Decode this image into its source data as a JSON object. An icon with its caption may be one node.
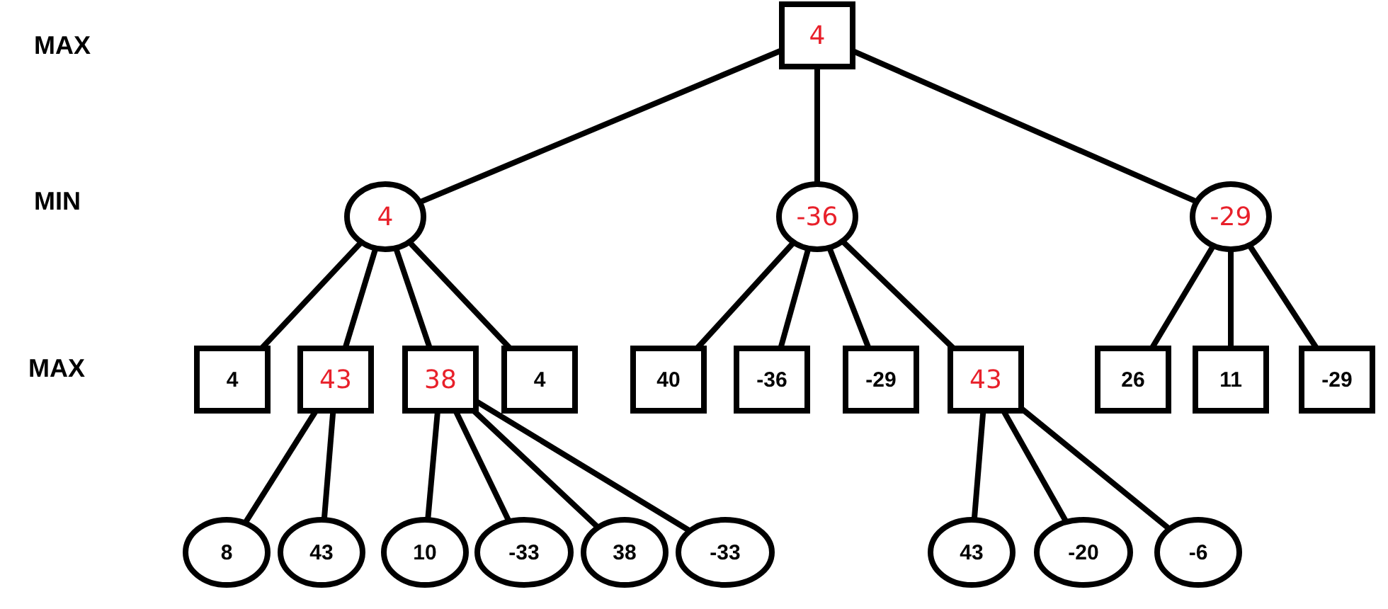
{
  "diagram": {
    "nodes": [
      {
        "text": [
          "4"
        ]
      },
      {
        "text": [
          "4"
        ]
      },
      {
        "text": [
          "-36"
        ]
      },
      {
        "text": [
          "-29"
        ]
      },
      {
        "text": [
          "4"
        ]
      },
      {
        "text": [
          "43"
        ]
      },
      {
        "text": [
          "38"
        ]
      },
      {
        "text": [
          "4"
        ]
      },
      {
        "text": [
          "40"
        ]
      },
      {
        "text": [
          "-36"
        ]
      },
      {
        "text": [
          "-29"
        ]
      },
      {
        "text": [
          "43"
        ]
      },
      {
        "text": [
          "26"
        ]
      },
      {
        "text": [
          "11"
        ]
      },
      {
        "text": [
          "-29"
        ]
      },
      {
        "text": [
          "8"
        ]
      },
      {
        "text": [
          "43"
        ]
      },
      {
        "text": [
          "10"
        ]
      },
      {
        "text": [
          "-33"
        ]
      },
      {
        "text": [
          "38"
        ]
      },
      {
        "text": [
          "-33"
        ]
      },
      {
        "text": [
          "43"
        ]
      },
      {
        "text": [
          "-20"
        ]
      },
      {
        "text": [
          "-6"
        ]
      }
    ],
    "edges": [
      {
        "from": 0,
        "to": 1,
        "arrow": "none"
      },
      {
        "from": 0,
        "to": 2,
        "arrow": "none"
      },
      {
        "from": 0,
        "to": 3,
        "arrow": "none"
      },
      {
        "from": 1,
        "to": 4,
        "arrow": "none"
      },
      {
        "from": 1,
        "to": 5,
        "arrow": "none"
      },
      {
        "from": 1,
        "to": 6,
        "arrow": "none"
      },
      {
        "from": 1,
        "to": 7,
        "arrow": "none"
      },
      {
        "from": 2,
        "to": 8,
        "arrow": "none"
      },
      {
        "from": 2,
        "to": 9,
        "arrow": "none"
      },
      {
        "from": 2,
        "to": 10,
        "arrow": "none"
      },
      {
        "from": 2,
        "to": 11,
        "arrow": "none"
      },
      {
        "from": 3,
        "to": 12,
        "arrow": "none"
      },
      {
        "from": 3,
        "to": 13,
        "arrow": "none"
      },
      {
        "from": 3,
        "to": 14,
        "arrow": "none"
      },
      {
        "from": 5,
        "to": 15,
        "arrow": "none"
      },
      {
        "from": 5,
        "to": 16,
        "arrow": "none"
      },
      {
        "from": 6,
        "to": 17,
        "arrow": "none"
      },
      {
        "from": 6,
        "to": 18,
        "arrow": "none"
      },
      {
        "from": 6,
        "to": 19,
        "arrow": "none"
      },
      {
        "from": 6,
        "to": 20,
        "arrow": "none"
      },
      {
        "from": 11,
        "to": 21,
        "arrow": "none"
      },
      {
        "from": 11,
        "to": 22,
        "arrow": "none"
      },
      {
        "from": 11,
        "to": 23,
        "arrow": "none"
      }
    ],
    "labels": [
      "MAX",
      "MIN",
      "MAX"
    ]
  }
}
